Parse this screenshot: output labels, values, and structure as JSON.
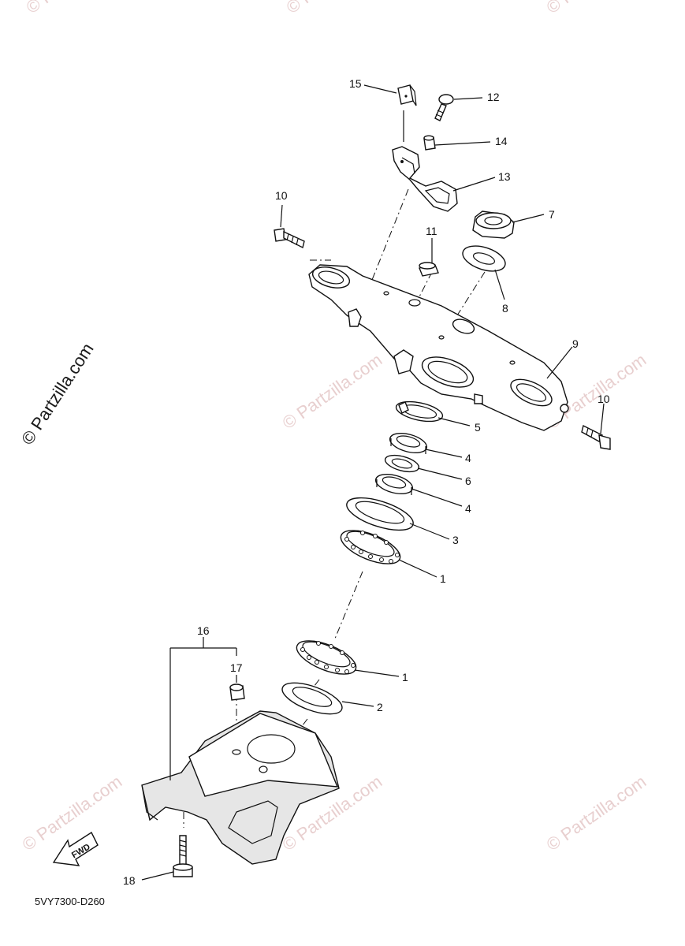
{
  "copyright": "© Partzilla.com",
  "watermark_text": "© Partzilla.com",
  "diagram_code": "5VY7300-D260",
  "fwd_label": "FWD",
  "callouts": {
    "c1a": "1",
    "c1b": "1",
    "c2": "2",
    "c3": "3",
    "c4a": "4",
    "c4b": "4",
    "c5": "5",
    "c6": "6",
    "c7": "7",
    "c8": "8",
    "c9": "9",
    "c10a": "10",
    "c10b": "10",
    "c11": "11",
    "c12": "12",
    "c13": "13",
    "c14": "14",
    "c15": "15",
    "c16": "16",
    "c17": "17",
    "c18": "18"
  },
  "colors": {
    "line": "#111111",
    "watermark": "#e8cfcf"
  }
}
